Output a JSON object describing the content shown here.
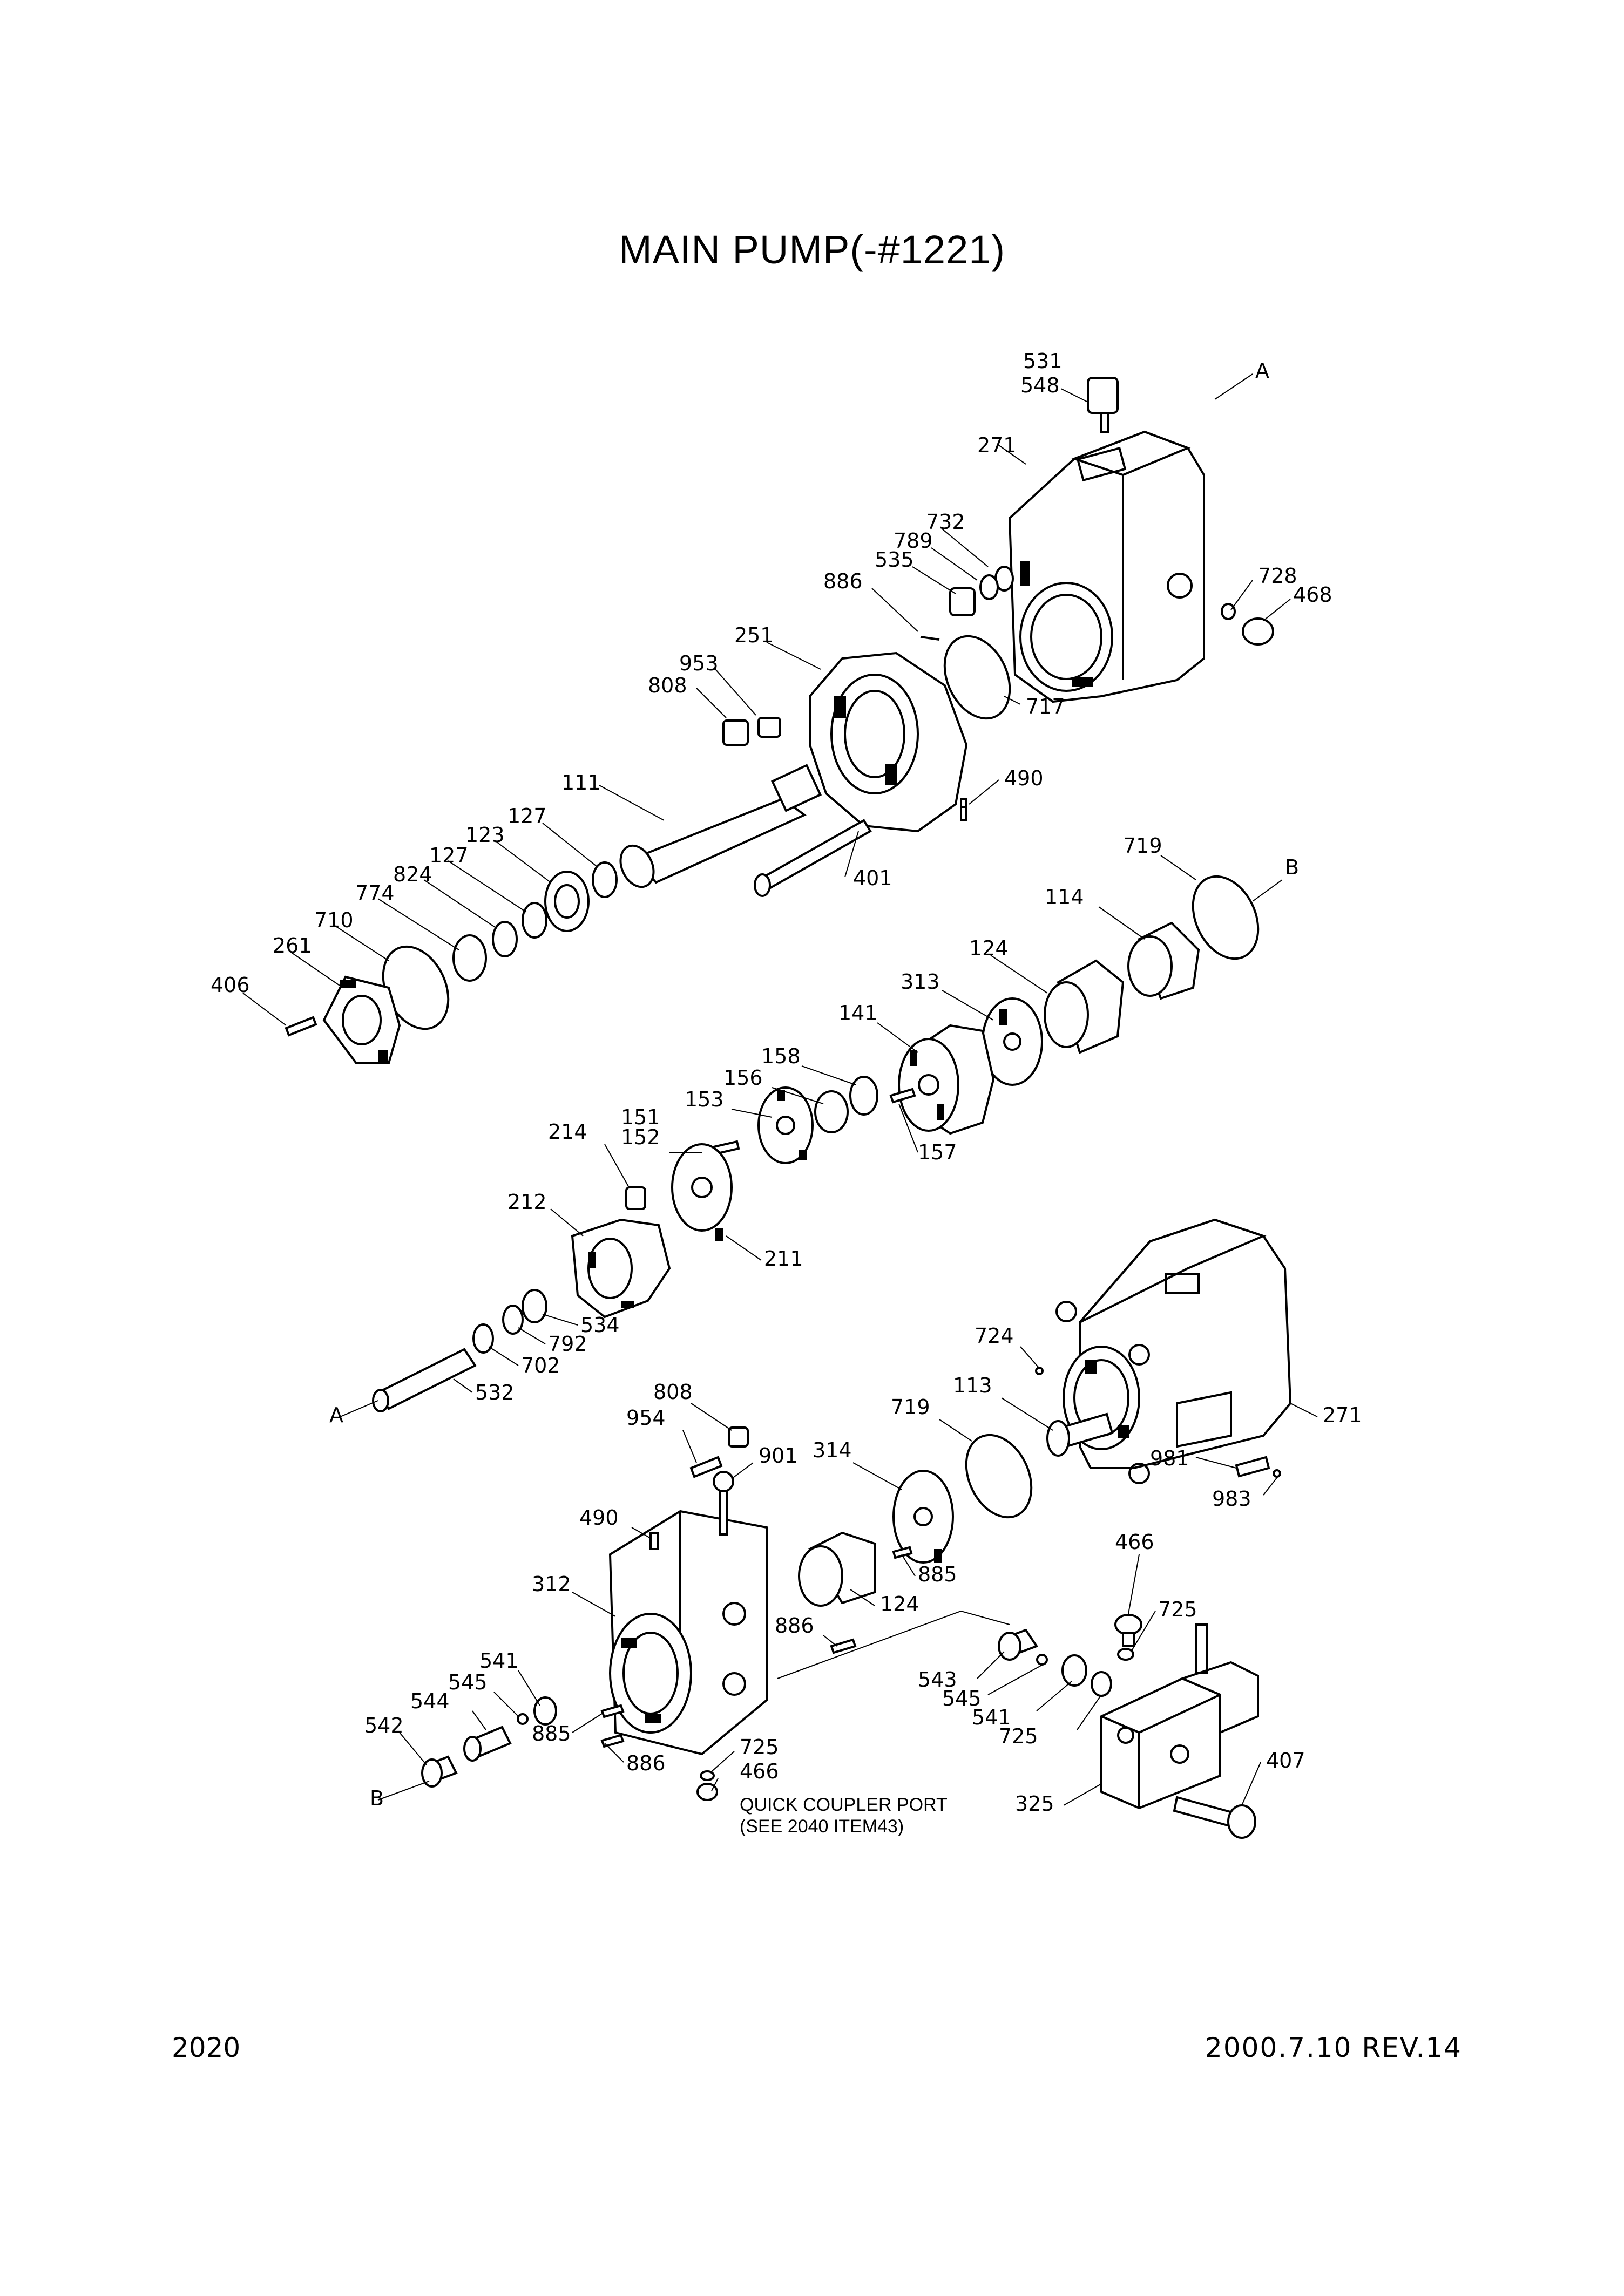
{
  "title": "MAIN PUMP(-#1221)",
  "footer": {
    "page_number": "2020",
    "revision": "2000.7.10 REV.14"
  },
  "callouts": {
    "c531": "531",
    "c548": "548",
    "c271a": "271",
    "cA1": "A",
    "c732": "732",
    "c789": "789",
    "c535": "535",
    "c728": "728",
    "c468": "468",
    "c886a": "886",
    "c251": "251",
    "c953": "953",
    "c808a": "808",
    "c717": "717",
    "c111": "111",
    "c490a": "490",
    "c127a": "127",
    "c123": "123",
    "c127b": "127",
    "c824": "824",
    "c774": "774",
    "c710": "710",
    "c261": "261",
    "c406": "406",
    "c401": "401",
    "c719a": "719",
    "cB1": "B",
    "c114": "114",
    "c124a": "124",
    "c313": "313",
    "c141": "141",
    "c158": "158",
    "c156": "156",
    "c153": "153",
    "c157": "157",
    "c151": "151",
    "c152": "152",
    "c214": "214",
    "c212": "212",
    "c211": "211",
    "c534": "534",
    "c792": "792",
    "c702": "702",
    "c532": "532",
    "cA2": "A",
    "c724": "724",
    "c113": "113",
    "c719b": "719",
    "c271b": "271",
    "c981": "981",
    "c983": "983",
    "c808b": "808",
    "c954": "954",
    "c901": "901",
    "c314": "314",
    "c490b": "490",
    "c885a": "885",
    "c312": "312",
    "c124b": "124",
    "c886b": "886",
    "c466a": "466",
    "c725a": "725",
    "c541a": "541",
    "c545a": "545",
    "c544": "544",
    "c542": "542",
    "cB2": "B",
    "c885b": "885",
    "c886c": "886",
    "c725b": "725",
    "c466b": "466",
    "c543": "543",
    "c545b": "545",
    "c541b": "541",
    "c725c": "725",
    "c407": "407",
    "c325": "325"
  },
  "note": {
    "line1": "QUICK COUPLER PORT",
    "line2": "(SEE 2040 ITEM43)"
  }
}
